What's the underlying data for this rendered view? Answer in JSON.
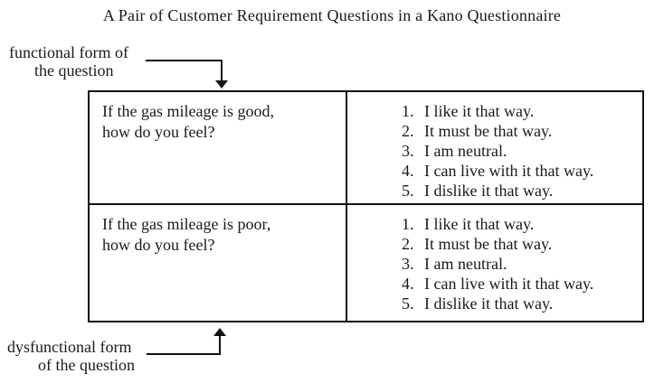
{
  "title": "A Pair of Customer Requirement Questions in a Kano Questionnaire",
  "callouts": {
    "functional": {
      "line1": "functional form of",
      "line2": "the question"
    },
    "dysfunctional": {
      "line1": "dysfunctional form",
      "line2": "of the question"
    }
  },
  "table": {
    "rows": [
      {
        "form": "functional",
        "question": {
          "line1": "If the gas mileage is good,",
          "line2": "how do you feel?"
        },
        "options": [
          {
            "num": "1.",
            "text": "I like it that way."
          },
          {
            "num": "2.",
            "text": "It must be that way."
          },
          {
            "num": "3.",
            "text": "I am neutral."
          },
          {
            "num": "4.",
            "text": "I can live with it that way."
          },
          {
            "num": "5.",
            "text": "I dislike it that way."
          }
        ]
      },
      {
        "form": "dysfunctional",
        "question": {
          "line1": "If the gas mileage is poor,",
          "line2": "how do you feel?"
        },
        "options": [
          {
            "num": "1.",
            "text": "I like it that way."
          },
          {
            "num": "2.",
            "text": "It must be that way."
          },
          {
            "num": "3.",
            "text": "I am neutral."
          },
          {
            "num": "4.",
            "text": "I can live with it that way."
          },
          {
            "num": "5.",
            "text": "I dislike it that way."
          }
        ]
      }
    ]
  },
  "colors": {
    "ink": "#1a1a1a",
    "line": "#111111",
    "background": "#ffffff"
  }
}
